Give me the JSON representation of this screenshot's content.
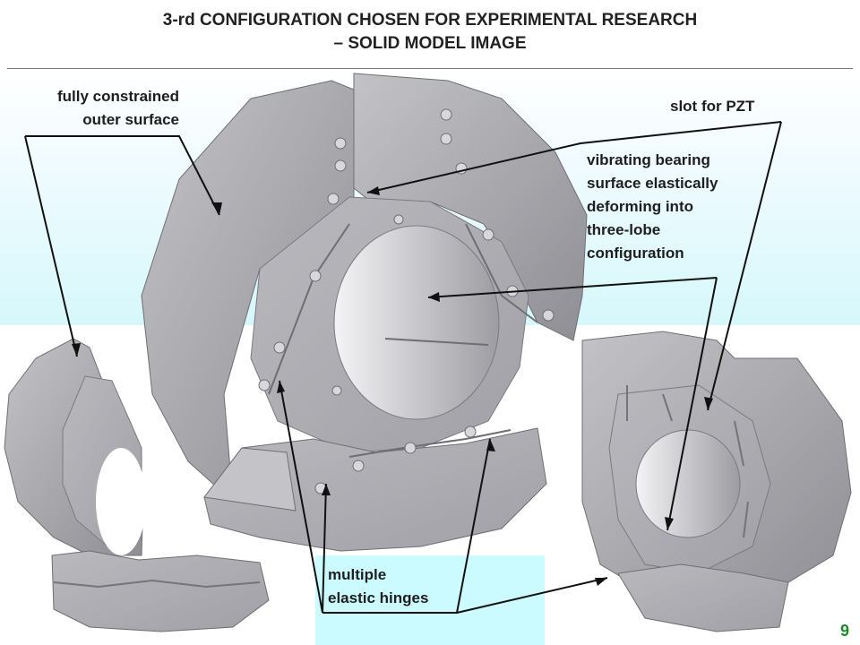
{
  "slide": {
    "title_line1": "3-rd CONFIGURATION CHOSEN FOR EXPERIMENTAL RESEARCH",
    "title_line2": "– SOLID MODEL IMAGE",
    "page_number": "9"
  },
  "labels": {
    "outer_surface": [
      "fully constrained",
      "outer surface"
    ],
    "slot": "slot for PZT",
    "vibrating": [
      "vibrating bearing",
      "surface elastically",
      "deforming into",
      "three-lobe",
      "configuration"
    ],
    "hinges": [
      "multiple",
      "elastic hinges"
    ]
  },
  "colors": {
    "title_text": "#222222",
    "page_number": "#1c8a2c",
    "background_tint": "#ccfbff",
    "model_gray": "#a9a9ae"
  },
  "images": {
    "main_model": "three-lobe-bearing-solid-model-main",
    "left_model": "three-lobe-bearing-solid-model-left",
    "right_model": "three-lobe-bearing-solid-model-right"
  }
}
